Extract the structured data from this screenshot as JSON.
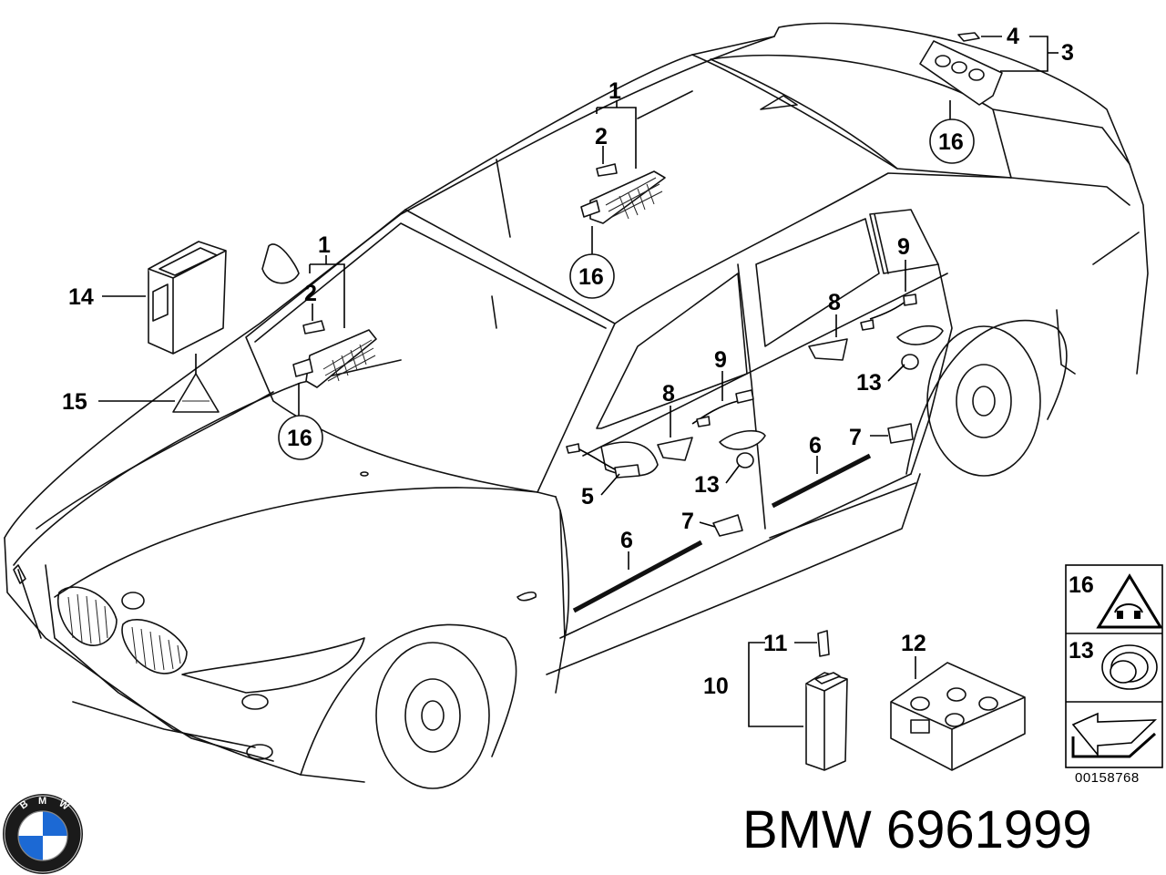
{
  "callouts": {
    "c1a": "1",
    "c1b": "1",
    "c2a": "2",
    "c2b": "2",
    "c3": "3",
    "c4": "4",
    "c5": "5",
    "c6a": "6",
    "c6b": "6",
    "c7a": "7",
    "c7b": "7",
    "c8a": "8",
    "c8b": "8",
    "c9a": "9",
    "c9b": "9",
    "c10": "10",
    "c11": "11",
    "c12": "12",
    "c13a": "13",
    "c13b": "13",
    "c14": "14",
    "c15": "15",
    "c16a": "16",
    "c16b": "16",
    "c16c": "16"
  },
  "legend": {
    "item16": "16",
    "item13": "13"
  },
  "diagram_number": "00158768",
  "part_label": "BMW 6961999",
  "logo": {
    "brand_letters": "BMW",
    "colors": {
      "blue": "#1c69d4",
      "dark": "#1a1a1a"
    }
  },
  "icons": [
    "warning-triangle-icon",
    "grommet-icon",
    "arrow-icon",
    "bmw-logo"
  ]
}
